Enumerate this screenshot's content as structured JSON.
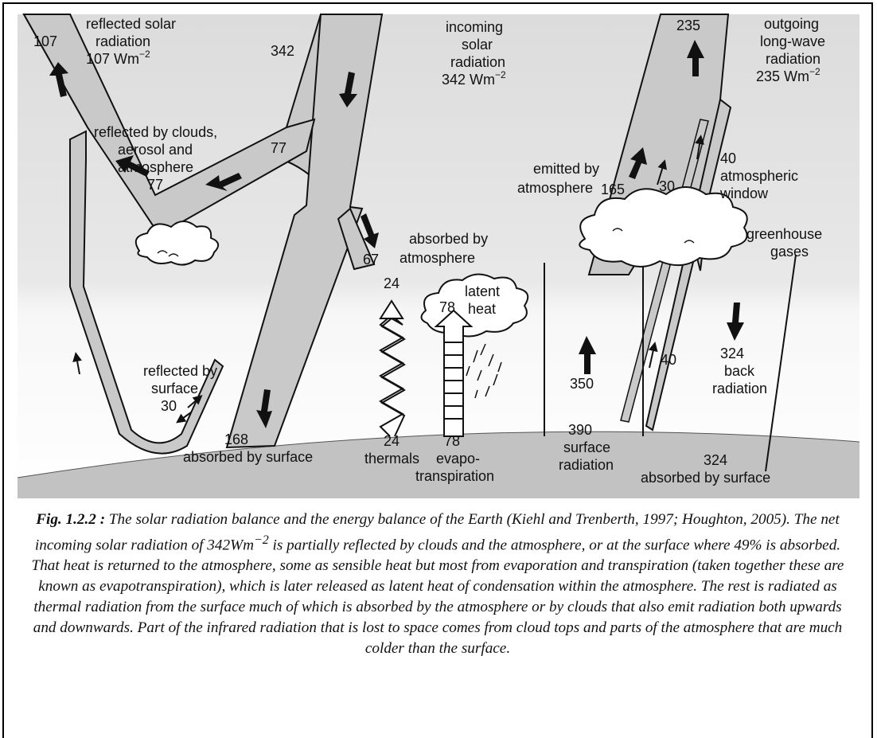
{
  "labels": {
    "reflected_solar_value": "107",
    "reflected_solar_title_1": "reflected solar",
    "reflected_solar_title_2": "radiation",
    "reflected_solar_wm": "107 Wm",
    "wm_exp": "−2",
    "incoming_value": "342",
    "incoming_title_1": "incoming",
    "incoming_title_2": "solar",
    "incoming_title_3": "radiation",
    "incoming_wm": "342 Wm",
    "outgoing_value": "235",
    "outgoing_title_1": "outgoing",
    "outgoing_title_2": "long-wave",
    "outgoing_title_3": "radiation",
    "outgoing_wm": "235 Wm",
    "clouds_1": "reflected by clouds,",
    "clouds_2": "aerosol and",
    "clouds_3": "atmosphere",
    "clouds_value": "77",
    "clouds_value_upper": "77",
    "absorbed_atm_value": "67",
    "absorbed_atm_1": "absorbed by",
    "absorbed_atm_2": "atmosphere",
    "emitted_1": "emitted by",
    "emitted_2": "atmosphere",
    "emitted_value": "165",
    "window_value_30": "30",
    "window_value_40": "40",
    "window_1": "atmospheric",
    "window_2": "window",
    "greenhouse_1": "greenhouse",
    "greenhouse_2": "gases",
    "latent_1": "latent",
    "latent_2": "heat",
    "latent_value": "78",
    "thermals_top": "24",
    "reflected_surface_1": "reflected by",
    "reflected_surface_2": "surface",
    "reflected_surface_value": "30",
    "surface_up_value": "350",
    "window_up_value": "40",
    "back_value": "324",
    "back_1": "back",
    "back_2": "radiation",
    "absorbed_surface_value": "168",
    "absorbed_surface": "absorbed by surface",
    "thermals_value": "24",
    "thermals": "thermals",
    "evapo_value": "78",
    "evapo_1": "evapo-",
    "evapo_2": "transpiration",
    "surface_rad_value": "390",
    "surface_rad_1": "surface",
    "surface_rad_2": "radiation",
    "absorbed_surface2_value": "324",
    "absorbed_surface2": "absorbed by surface"
  },
  "caption": {
    "fig_label": "Fig. 1.2.2 :",
    "text": " The solar radiation balance and the energy balance of the Earth (Kiehl and Trenberth, 1997; Houghton, 2005). The net incoming solar radiation of 342Wm",
    "exp": "−2",
    "text2": " is partially reflected by clouds and the atmosphere, or at the surface where 49% is absorbed. That heat is returned to the atmosphere, some as sensible heat but most from evaporation and transpiration (taken together these are known as evapotranspiration), which is later released as latent heat of condensation within the atmosphere. The rest is radiated as thermal radiation from the surface much of which is absorbed by the atmosphere or by clouds that also emit radiation both upwards and downwards. Part of the infrared radiation that is lost to space comes from cloud tops and parts of the atmosphere that are much colder than the surface."
  },
  "colors": {
    "band": "#c9c9c9",
    "atmosphere": "#e6e6e6",
    "earth": "#c2c2c2",
    "ink": "#111111"
  }
}
